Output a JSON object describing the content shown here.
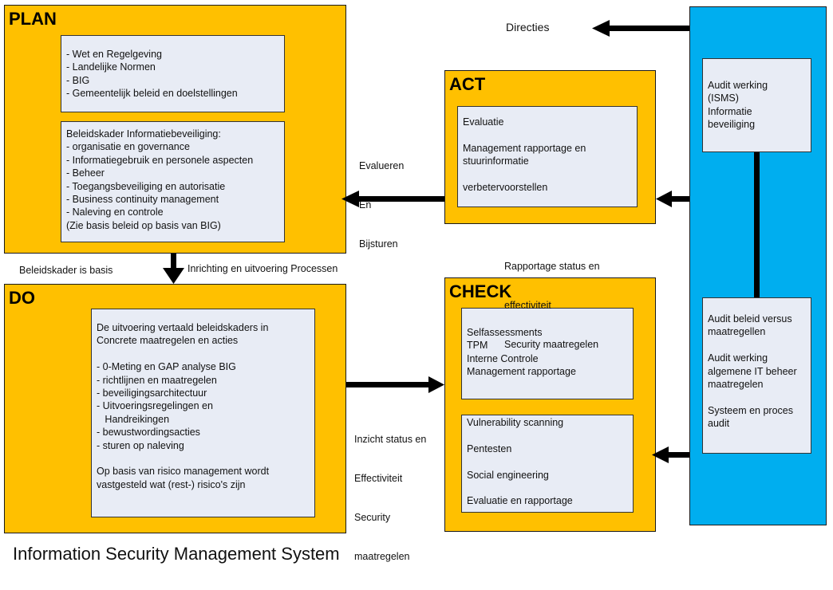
{
  "phases": {
    "plan": {
      "title": "PLAN",
      "box1": [
        "- Wet en Regelgeving",
        "- Landelijke Normen",
        "- BIG",
        "- Gemeentelijk beleid en doelstellingen"
      ],
      "box2": [
        "Beleidskader Informatiebeveiliging:",
        "- organisatie en governance",
        "- Informatiegebruik en personele aspecten",
        "- Beheer",
        "- Toegangsbeveiliging en autorisatie",
        "- Business continuity management",
        "- Naleving en controle",
        "(Zie basis beleid op basis van BIG)"
      ]
    },
    "act": {
      "title": "ACT",
      "box": [
        "Evaluatie",
        "",
        "Management rapportage en",
        "stuurinformatie",
        "",
        "verbetervoorstellen"
      ]
    },
    "do": {
      "title": "DO",
      "box": [
        "De uitvoering vertaald beleidskaders in",
        "Concrete maatregelen en acties",
        "",
        "- 0-Meting en GAP analyse BIG",
        "- richtlijnen en maatregelen",
        "- beveiligingsarchitectuur",
        "- Uitvoeringsregelingen en",
        "   Handreikingen",
        "- bewustwordingsacties",
        "- sturen op naleving",
        "",
        "Op basis van risico management wordt",
        "vastgesteld wat (rest-) risico's zijn"
      ]
    },
    "check": {
      "title": "CHECK",
      "box1": [
        "Selfassessments",
        "TPM",
        "Interne Controle",
        "Management rapportage"
      ],
      "box2": [
        "Vulnerability scanning",
        "",
        "Pentesten",
        "",
        "Social engineering",
        "",
        "Evaluatie en rapportage"
      ]
    }
  },
  "audit": {
    "box1": [
      "Audit werking",
      "(ISMS)",
      "Informatie",
      "beveiliging"
    ],
    "box2": [
      "Audit beleid versus",
      "maatregellen",
      "",
      "Audit werking",
      "algemene IT beheer",
      "maatregelen",
      "",
      "Systeem en proces",
      "audit"
    ]
  },
  "labels": {
    "directies": "Directies",
    "evalueren": [
      "Evalueren",
      "En",
      "Bijsturen"
    ],
    "beleidskader_basis": "Beleidskader is basis",
    "inrichting": "Inrichting en uitvoering Processen",
    "rapportage": [
      "Rapportage status en",
      "effectiviteit",
      "Security maatregelen"
    ],
    "inzicht": [
      "Inzicht status en",
      "Effectiviteit",
      "Security",
      "maatregelen"
    ]
  },
  "caption": "Information Security Management System",
  "colors": {
    "phase_fill": "#FFC000",
    "audit_fill": "#00AEEF",
    "box_fill": "#E8ECF5",
    "arrow": "#000000"
  }
}
